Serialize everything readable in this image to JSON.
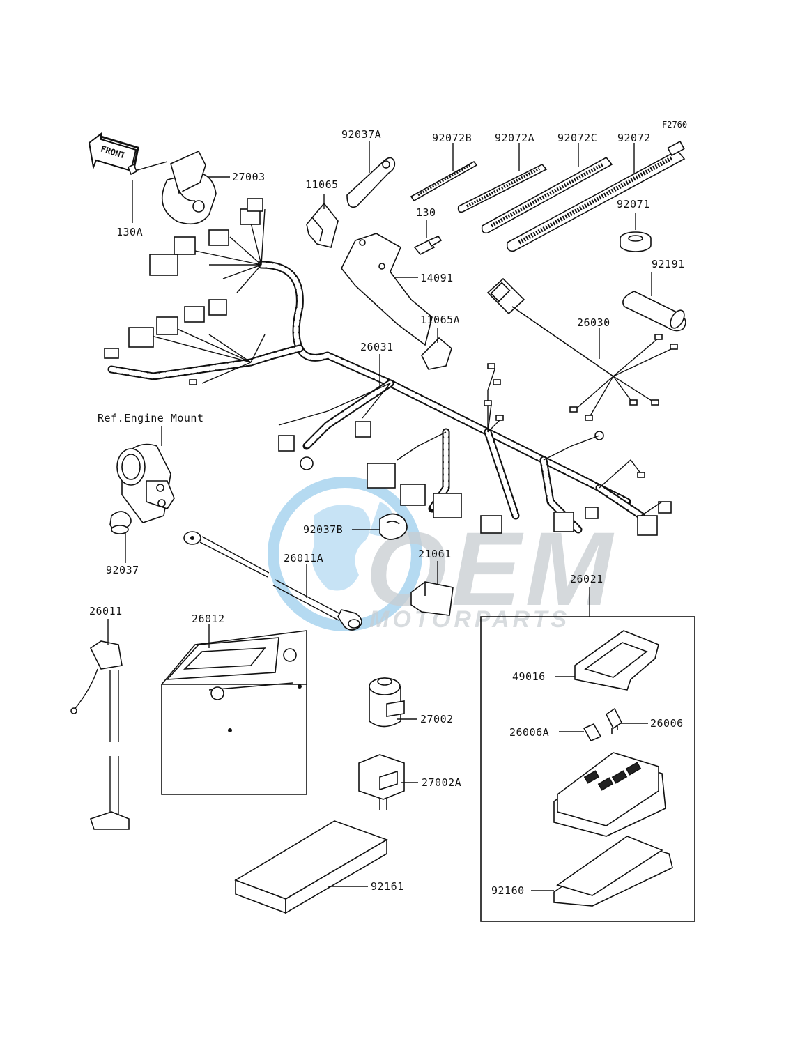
{
  "diagram_code": "F2760",
  "front_arrow_label": "FRONT",
  "reference_note": "Ref.Engine Mount",
  "watermark": {
    "logo_text": "OEM",
    "sub_text": "MOTORPARTS",
    "color_main": "#9aa3ab",
    "color_globe": "#1f8fd6"
  },
  "parts": [
    {
      "id": "p-92037A",
      "number": "92037A"
    },
    {
      "id": "p-92072B",
      "number": "92072B"
    },
    {
      "id": "p-92072A",
      "number": "92072A"
    },
    {
      "id": "p-92072C",
      "number": "92072C"
    },
    {
      "id": "p-92072",
      "number": "92072"
    },
    {
      "id": "p-27003",
      "number": "27003"
    },
    {
      "id": "p-130A",
      "number": "130A"
    },
    {
      "id": "p-11065",
      "number": "11065"
    },
    {
      "id": "p-130",
      "number": "130"
    },
    {
      "id": "p-92071",
      "number": "92071"
    },
    {
      "id": "p-14091",
      "number": "14091"
    },
    {
      "id": "p-92191",
      "number": "92191"
    },
    {
      "id": "p-11065A",
      "number": "11065A"
    },
    {
      "id": "p-26030",
      "number": "26030"
    },
    {
      "id": "p-26031",
      "number": "26031"
    },
    {
      "id": "p-92037B",
      "number": "92037B"
    },
    {
      "id": "p-92037",
      "number": "92037"
    },
    {
      "id": "p-26011A",
      "number": "26011A"
    },
    {
      "id": "p-21061",
      "number": "21061"
    },
    {
      "id": "p-26021",
      "number": "26021"
    },
    {
      "id": "p-26011",
      "number": "26011"
    },
    {
      "id": "p-26012",
      "number": "26012"
    },
    {
      "id": "p-49016",
      "number": "49016"
    },
    {
      "id": "p-27002",
      "number": "27002"
    },
    {
      "id": "p-26006A",
      "number": "26006A"
    },
    {
      "id": "p-26006",
      "number": "26006"
    },
    {
      "id": "p-27002A",
      "number": "27002A"
    },
    {
      "id": "p-92161",
      "number": "92161"
    },
    {
      "id": "p-92160",
      "number": "92160"
    }
  ]
}
